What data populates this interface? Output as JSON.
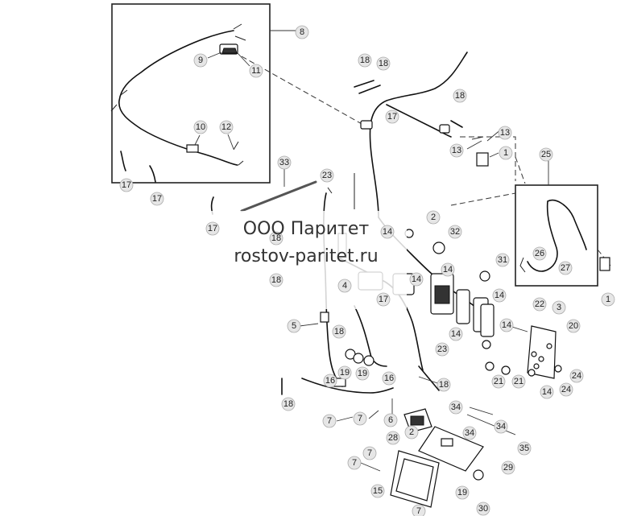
{
  "watermark": {
    "company": "ООО Паритет",
    "website": "rostov-paritet.ru"
  },
  "callouts": [
    "8",
    "9",
    "11",
    "10",
    "12",
    "17",
    "17",
    "17",
    "17",
    "18",
    "18",
    "18",
    "13",
    "13",
    "1",
    "25",
    "26",
    "27",
    "1",
    "33",
    "23",
    "2",
    "32",
    "14",
    "14",
    "14",
    "31",
    "14",
    "14",
    "4",
    "18",
    "17",
    "5",
    "18",
    "22",
    "3",
    "20",
    "14",
    "23",
    "19",
    "19",
    "16",
    "16",
    "21",
    "21",
    "24",
    "24",
    "14",
    "18",
    "7",
    "7",
    "6",
    "34",
    "34",
    "34",
    "2",
    "28",
    "35",
    "7",
    "7",
    "29",
    "15",
    "19",
    "7",
    "30",
    "18",
    "18"
  ],
  "colors": {
    "line": "#111111",
    "callout_fill": "#e6e6e6",
    "background": "#ffffff"
  }
}
